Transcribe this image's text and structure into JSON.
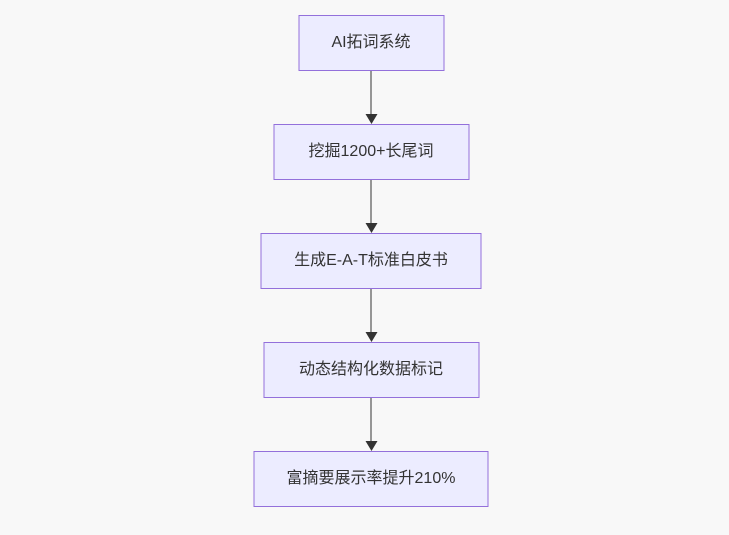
{
  "diagram": {
    "type": "flowchart",
    "direction": "top-down",
    "nodes": [
      {
        "id": "A",
        "label": "AI拓词系统"
      },
      {
        "id": "B",
        "label": "挖掘1200+长尾词"
      },
      {
        "id": "C",
        "label": "生成E-A-T标准白皮书"
      },
      {
        "id": "D",
        "label": "动态结构化数据标记"
      },
      {
        "id": "E",
        "label": "富摘要展示率提升210%"
      }
    ],
    "edges": [
      {
        "from": "A",
        "to": "B",
        "arrow": "down"
      },
      {
        "from": "B",
        "to": "C",
        "arrow": "down"
      },
      {
        "from": "C",
        "to": "D",
        "arrow": "down"
      },
      {
        "from": "D",
        "to": "E",
        "arrow": "down"
      }
    ],
    "colors": {
      "node_fill": "#ECECFF",
      "node_border": "#9370DB",
      "edge": "#333333",
      "text": "#333333",
      "background": "#F8F8F8"
    }
  }
}
